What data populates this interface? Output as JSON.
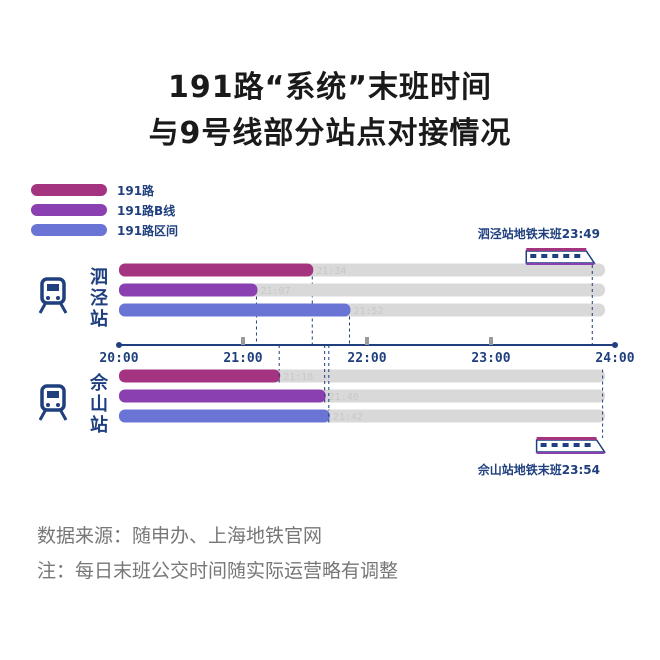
{
  "title_line1": "191路“系统”末班时间",
  "title_line2": "与9号线部分站点对接情况",
  "chart_data": {
    "type": "bar",
    "orientation": "horizontal",
    "xlim": [
      "20:00",
      "24:00"
    ],
    "x_ticks": [
      "20:00",
      "21:00",
      "22:00",
      "23:00",
      "24:00"
    ],
    "series": [
      {
        "name": "191路",
        "color": "#A4347F"
      },
      {
        "name": "191路B线",
        "color": "#8A40B0"
      },
      {
        "name": "191路区间",
        "color": "#6A74D4"
      }
    ],
    "stations": [
      {
        "name": "泗泾站",
        "bars": [
          {
            "series": "191路",
            "value": "21:34",
            "label": "21:34"
          },
          {
            "series": "191路B线",
            "value": "21:07",
            "label": "21:07"
          },
          {
            "series": "191路区间",
            "value": "21:52",
            "label": "21:52"
          }
        ],
        "metro_last_train_label": "泗泾站地铁末班23:49",
        "metro_last_train_time": "23:49"
      },
      {
        "name": "佘山站",
        "bars": [
          {
            "series": "191路",
            "value": "21:18",
            "label": "21:18"
          },
          {
            "series": "191路B线",
            "value": "21:40",
            "label": "21:40"
          },
          {
            "series": "191路区间",
            "value": "21:42",
            "label": "21:42"
          }
        ],
        "metro_last_train_label": "佘山站地铁末班23:54",
        "metro_last_train_time": "23:54"
      }
    ],
    "colors": {
      "navy": "#1F3F7E",
      "track": "#D9D9D9",
      "label_text": "#C8C8C8"
    }
  },
  "source_line": "数据来源：随申办、上海地铁官网",
  "note_line": "注：每日末班公交时间随实际运营略有调整"
}
